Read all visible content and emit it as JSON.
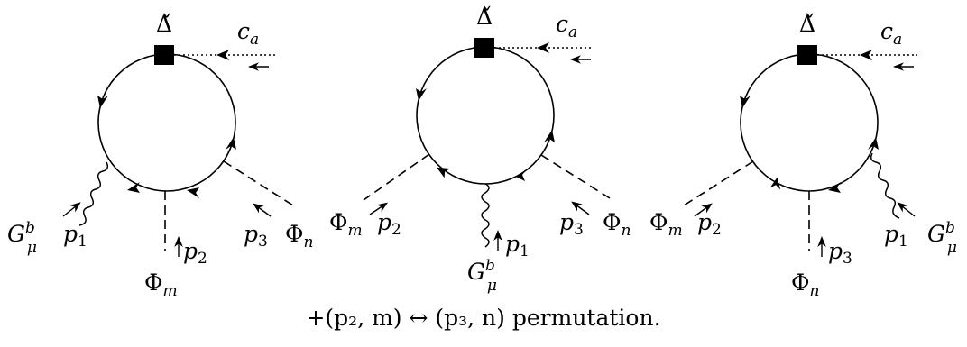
{
  "diagrams": [
    {
      "vertex": "Δ̌",
      "ghost": "c",
      "ghost_sub": "a",
      "gluon": "G",
      "gluon_sup": "b",
      "gluon_sub": "μ",
      "gluon_momentum": "p",
      "gluon_momentum_sub": "1",
      "scalar_left": "Φ",
      "scalar_left_sub": "m",
      "scalar_left_momentum": "p",
      "scalar_left_momentum_sub": "2",
      "scalar_right": "Φ",
      "scalar_right_sub": "n",
      "scalar_right_momentum": "p",
      "scalar_right_momentum_sub": "3"
    },
    {
      "vertex": "Δ̌",
      "ghost": "c",
      "ghost_sub": "a",
      "scalar_left": "Φ",
      "scalar_left_sub": "m",
      "scalar_left_momentum": "p",
      "scalar_left_momentum_sub": "2",
      "gluon": "G",
      "gluon_sup": "b",
      "gluon_sub": "μ",
      "gluon_momentum": "p",
      "gluon_momentum_sub": "1",
      "scalar_right": "Φ",
      "scalar_right_sub": "n",
      "scalar_right_momentum": "p",
      "scalar_right_momentum_sub": "3"
    },
    {
      "vertex": "Δ̌",
      "ghost": "c",
      "ghost_sub": "a",
      "scalar_left": "Φ",
      "scalar_left_sub": "m",
      "scalar_left_momentum": "p",
      "scalar_left_momentum_sub": "2",
      "scalar_bottom": "Φ",
      "scalar_bottom_sub": "n",
      "scalar_bottom_momentum": "p",
      "scalar_bottom_momentum_sub": "3",
      "gluon": "G",
      "gluon_sup": "b",
      "gluon_sub": "μ",
      "gluon_momentum": "p",
      "gluon_momentum_sub": "1"
    }
  ],
  "caption": "+(p₂, m) ↔ (p₃, n) permutation."
}
